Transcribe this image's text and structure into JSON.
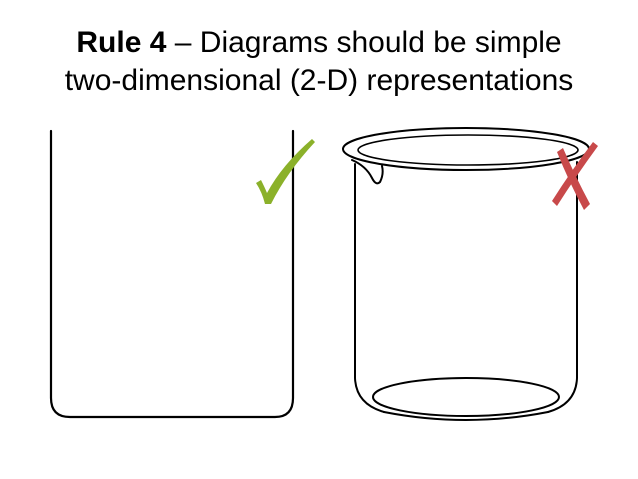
{
  "slide": {
    "title_bold": "Rule 4",
    "title_rest_line1": " – Diagrams should be simple",
    "title_line2": "two-dimensional (2-D) representations"
  },
  "colors": {
    "check_mark": "#8bb12a",
    "cross_mark": "#c8494a",
    "outline": "#000000"
  },
  "icons": {
    "correct": "check-mark-icon",
    "incorrect": "cross-mark-icon"
  }
}
